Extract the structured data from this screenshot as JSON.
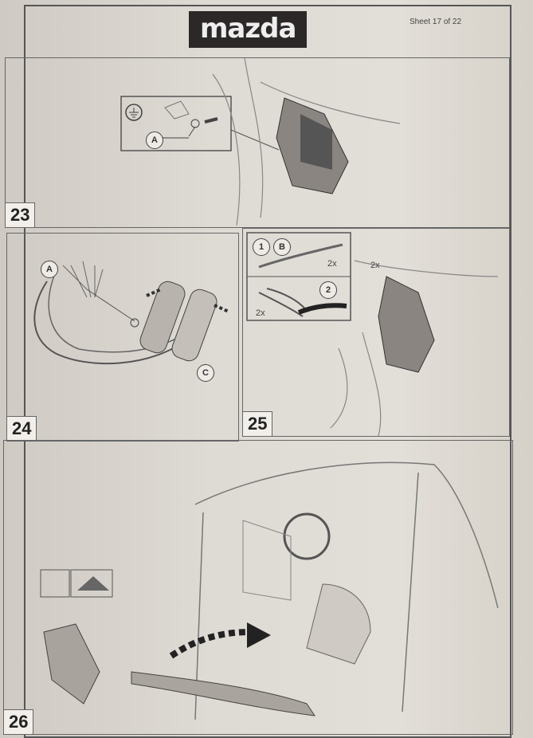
{
  "header": {
    "logo": "mazda",
    "sheet": "Sheet 17 of 22"
  },
  "steps": [
    {
      "number": "23",
      "callouts": [
        "A"
      ]
    },
    {
      "number": "24",
      "callouts": [
        "A",
        "C"
      ]
    },
    {
      "number": "25",
      "callouts": [
        "1",
        "B",
        "2"
      ],
      "multipliers": [
        "2x",
        "2x",
        "2x"
      ]
    },
    {
      "number": "26"
    }
  ]
}
